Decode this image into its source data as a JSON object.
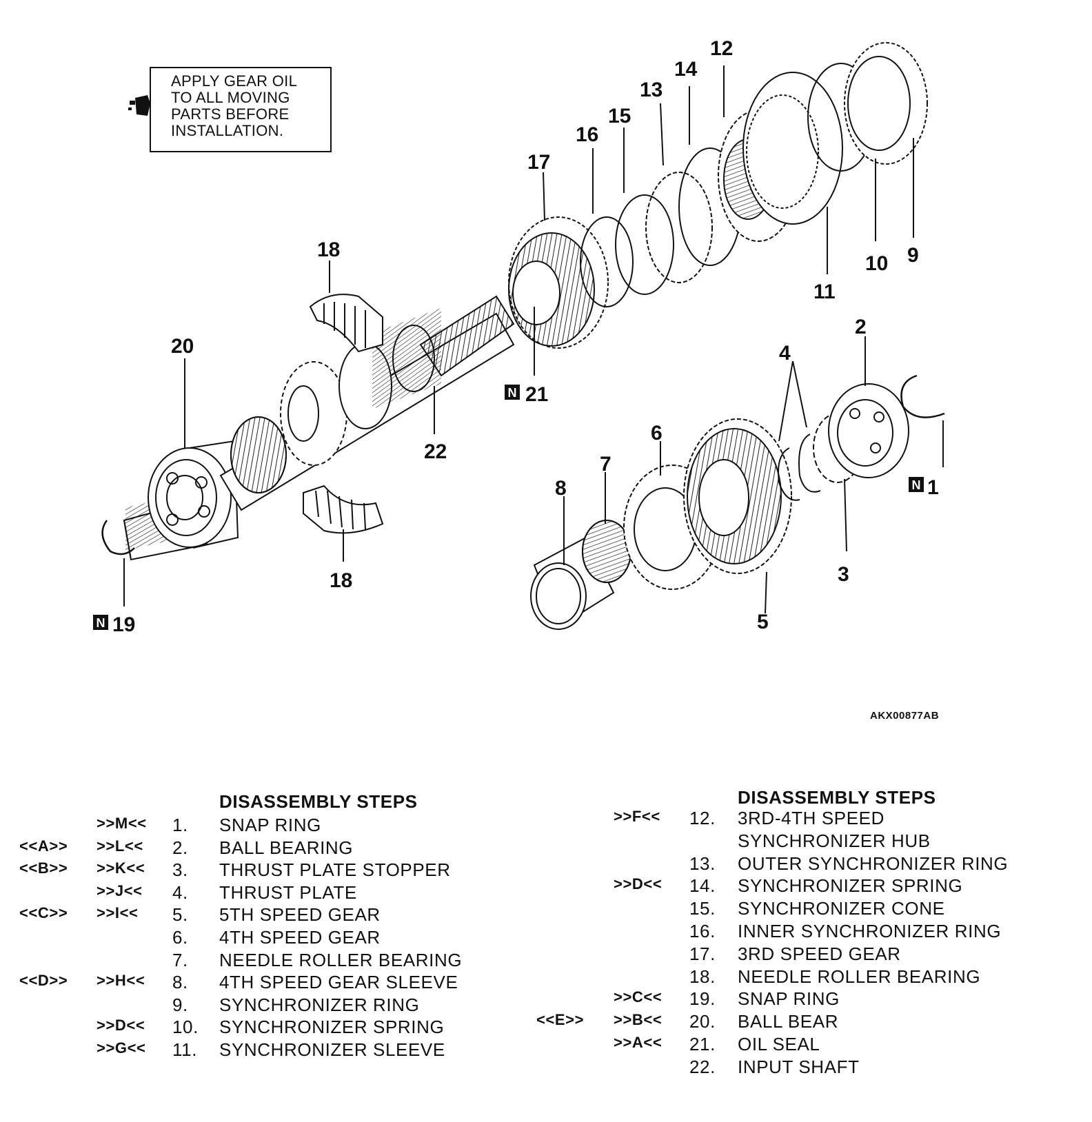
{
  "note": {
    "lines": [
      "APPLY GEAR OIL",
      "TO ALL MOVING",
      "PARTS BEFORE",
      "INSTALLATION."
    ]
  },
  "figure_code": "AKX00877AB",
  "callouts": {
    "n1": "1",
    "n2": "2",
    "n3": "3",
    "n4": "4",
    "n5": "5",
    "n6": "6",
    "n7": "7",
    "n8": "8",
    "n9": "9",
    "n10": "10",
    "n11": "11",
    "n12": "12",
    "n13": "13",
    "n14": "14",
    "n15": "15",
    "n16": "16",
    "n17": "17",
    "n18a": "18",
    "n18b": "18",
    "n19": "19",
    "n20": "20",
    "n21": "21",
    "n22": "22"
  },
  "new_part_mark": "N",
  "left_table": {
    "title": "DISASSEMBLY STEPS",
    "rows": [
      {
        "rem": "",
        "ins": ">>M<<",
        "num": "1.",
        "name": "SNAP RING"
      },
      {
        "rem": "<<A>>",
        "ins": ">>L<<",
        "num": "2.",
        "name": "BALL BEARING"
      },
      {
        "rem": "<<B>>",
        "ins": ">>K<<",
        "num": "3.",
        "name": "THRUST PLATE STOPPER"
      },
      {
        "rem": "",
        "ins": ">>J<<",
        "num": "4.",
        "name": "THRUST PLATE"
      },
      {
        "rem": "<<C>>",
        "ins": ">>I<<",
        "num": "5.",
        "name": "5TH SPEED GEAR"
      },
      {
        "rem": "",
        "ins": "",
        "num": "6.",
        "name": "4TH SPEED GEAR"
      },
      {
        "rem": "",
        "ins": "",
        "num": "7.",
        "name": "NEEDLE ROLLER BEARING"
      },
      {
        "rem": "<<D>>",
        "ins": ">>H<<",
        "num": "8.",
        "name": "4TH SPEED GEAR SLEEVE"
      },
      {
        "rem": "",
        "ins": "",
        "num": "9.",
        "name": "SYNCHRONIZER RING"
      },
      {
        "rem": "",
        "ins": ">>D<<",
        "num": "10.",
        "name": "SYNCHRONIZER SPRING"
      },
      {
        "rem": "",
        "ins": ">>G<<",
        "num": "11.",
        "name": "SYNCHRONIZER SLEEVE"
      }
    ]
  },
  "right_table": {
    "title": "DISASSEMBLY STEPS",
    "rows": [
      {
        "rem": "",
        "ins": ">>F<<",
        "num": "12.",
        "name": "3RD-4TH SPEED"
      },
      {
        "rem": "",
        "ins": "",
        "num": "",
        "name": "SYNCHRONIZER HUB"
      },
      {
        "rem": "",
        "ins": "",
        "num": "13.",
        "name": "OUTER SYNCHRONIZER RING"
      },
      {
        "rem": "",
        "ins": ">>D<<",
        "num": "14.",
        "name": "SYNCHRONIZER SPRING"
      },
      {
        "rem": "",
        "ins": "",
        "num": "15.",
        "name": "SYNCHRONIZER CONE"
      },
      {
        "rem": "",
        "ins": "",
        "num": "16.",
        "name": "INNER SYNCHRONIZER RING"
      },
      {
        "rem": "",
        "ins": "",
        "num": "17.",
        "name": "3RD SPEED GEAR"
      },
      {
        "rem": "",
        "ins": "",
        "num": "18.",
        "name": "NEEDLE ROLLER BEARING"
      },
      {
        "rem": "",
        "ins": ">>C<<",
        "num": "19.",
        "name": "SNAP RING"
      },
      {
        "rem": "<<E>>",
        "ins": ">>B<<",
        "num": "20.",
        "name": "BALL BEAR"
      },
      {
        "rem": "",
        "ins": ">>A<<",
        "num": "21.",
        "name": "OIL SEAL"
      },
      {
        "rem": "",
        "ins": "",
        "num": "22.",
        "name": "INPUT SHAFT"
      }
    ]
  }
}
